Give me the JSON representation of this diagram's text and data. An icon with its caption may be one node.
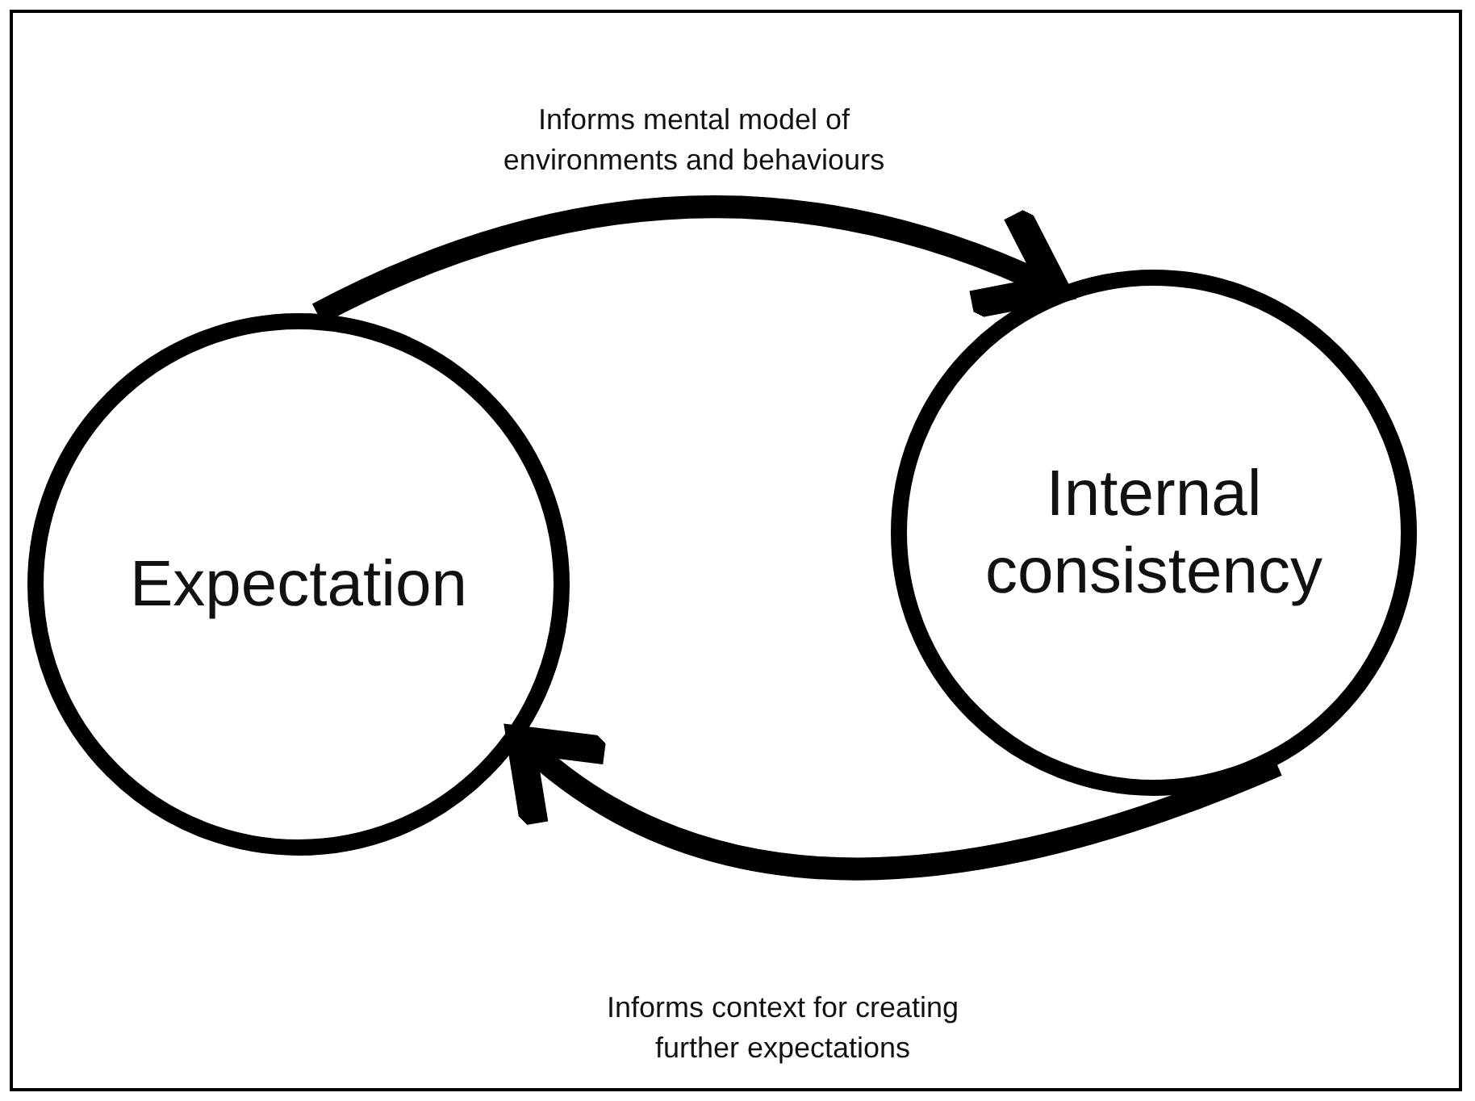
{
  "diagram": {
    "nodes": [
      {
        "text": [
          "Expectation"
        ]
      },
      {
        "text": [
          "Internal consistency"
        ]
      }
    ],
    "edges": [
      {
        "from": 0,
        "to": 1,
        "arrow": "to",
        "label": "Informs mental model of environments and behaviours"
      },
      {
        "from": 1,
        "to": 0,
        "arrow": "to",
        "label": "Informs context for creating further expectations"
      }
    ]
  }
}
